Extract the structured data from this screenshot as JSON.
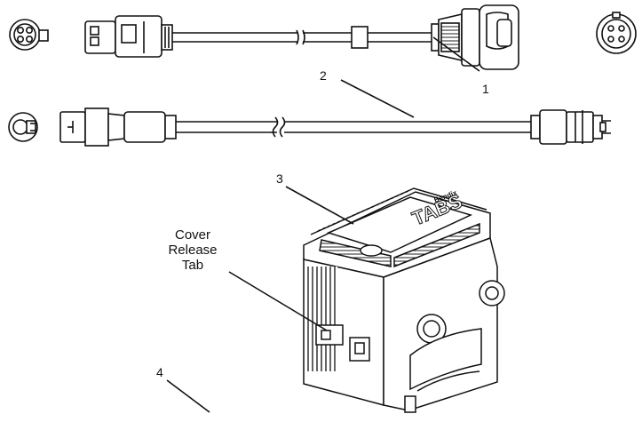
{
  "callouts": {
    "c1": "1",
    "c2": "2",
    "c3": "3",
    "c4": "4"
  },
  "cover_release": {
    "line1": "Cover",
    "line2": "Release",
    "line3": "Tab"
  },
  "module_label": "TABS",
  "brand_mark": "Bendix"
}
